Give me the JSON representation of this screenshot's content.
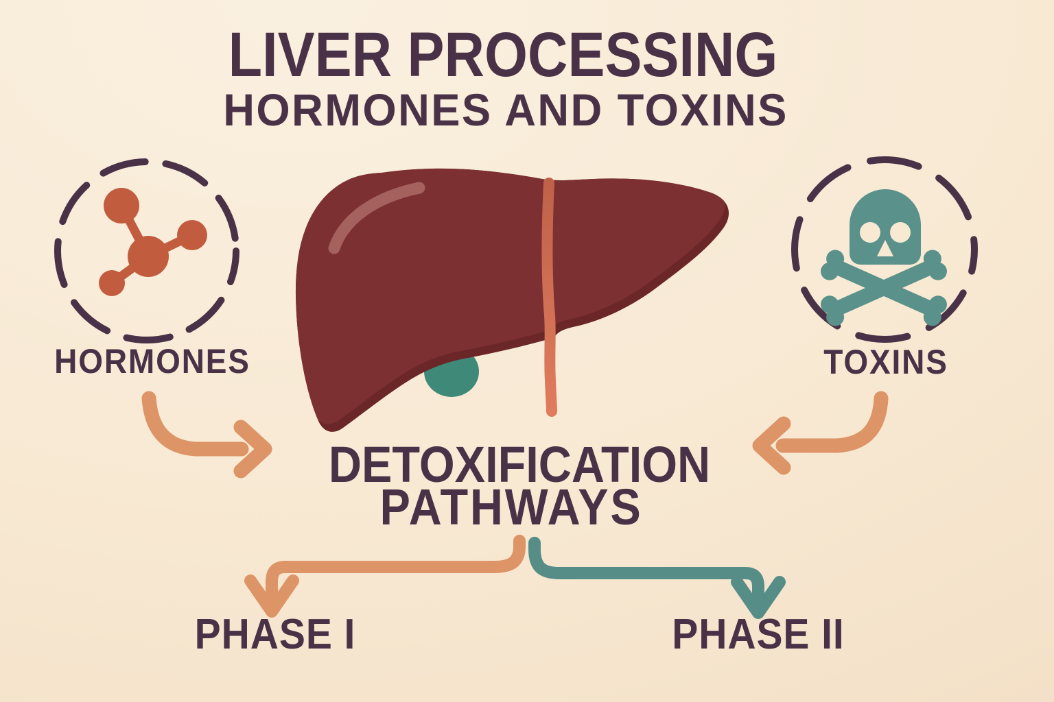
{
  "title": {
    "line1": "LIVER PROCESSING",
    "line2": "HORMONES AND TOXINS"
  },
  "inputs": {
    "hormones": {
      "label": "HORMONES",
      "icon": "molecule-icon"
    },
    "toxins": {
      "label": "TOXINS",
      "icon": "skull-crossbones-icon"
    }
  },
  "center": {
    "illustration": "liver-organ-with-gallbladder-and-bile-duct",
    "heading_line1": "DETOXIFICATION",
    "heading_line2": "PATHWAYS"
  },
  "pathways": {
    "left": {
      "label": "PHASE I"
    },
    "right": {
      "label": "PHASE II"
    }
  },
  "colors": {
    "background": "#f8e9d3",
    "text_plum": "#493247",
    "outline_plum": "#493247",
    "arrow_orange": "#dd9466",
    "arrow_teal": "#568d87",
    "skull_teal": "#5b918b",
    "molecule_red": "#c25c3f",
    "liver_main": "#7c3032",
    "liver_shadow": "#6b2628",
    "liver_highlight": "#a5615d",
    "vessel_top": "#bf6249",
    "vessel_bottom": "#e07c5e",
    "gallbladder": "#3e8977"
  }
}
